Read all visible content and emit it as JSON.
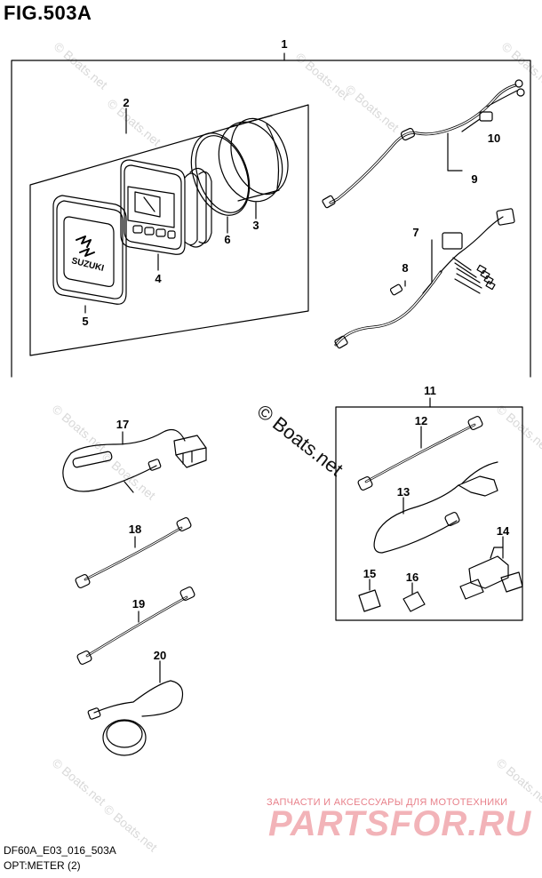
{
  "header": {
    "figure": "FIG.503A"
  },
  "footer": {
    "code": "DF60A_E03_016_503A",
    "subtitle": "OPT:METER (2)"
  },
  "watermark": {
    "text": "© Boats.net",
    "main_text": "© Boats.net"
  },
  "shop": {
    "line1": "ЗАПЧАСТИ И АКСЕССУАРЫ ДЛЯ МОТОТЕХНИКИ",
    "line2": "PARTSFOR.RU",
    "color": "#e8808a"
  },
  "logo_text": "SUZUKI",
  "callouts": {
    "c1": "1",
    "c2": "2",
    "c3": "3",
    "c4": "4",
    "c5": "5",
    "c6": "6",
    "c7": "7",
    "c8": "8",
    "c9": "9",
    "c10": "10",
    "c11": "11",
    "c12": "12",
    "c13": "13",
    "c14": "14",
    "c15": "15",
    "c16": "16",
    "c17": "17",
    "c18": "18",
    "c19": "19",
    "c20": "20"
  }
}
